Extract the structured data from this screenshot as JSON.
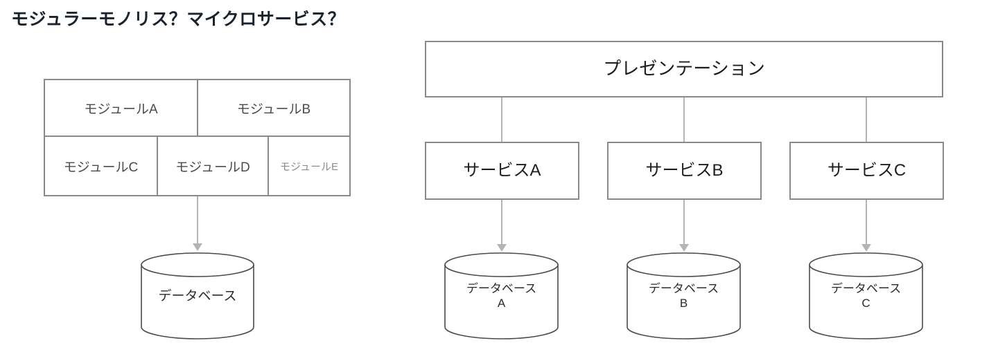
{
  "title": "モジュラーモノリス？マイクロサービス？",
  "left_diagram": {
    "name": "modular-monolith",
    "monolith": {
      "modules": [
        {
          "label": "モジュールA"
        },
        {
          "label": "モジュールB"
        },
        {
          "label": "モジュールC"
        },
        {
          "label": "モジュールD"
        },
        {
          "label": "モジュールE"
        }
      ]
    },
    "database": {
      "label": "データベース"
    }
  },
  "right_diagram": {
    "name": "microservices",
    "presentation": {
      "label": "プレゼンテーション"
    },
    "services": [
      {
        "label": "サービスA"
      },
      {
        "label": "サービスB"
      },
      {
        "label": "サービスC"
      }
    ],
    "databases": [
      {
        "label": "データベース\nA"
      },
      {
        "label": "データベース\nB"
      },
      {
        "label": "データベース\nC"
      }
    ]
  },
  "colors": {
    "box_border": "#8a8a8a",
    "connector": "#b4b4b4",
    "title_text": "#17232e",
    "body_text": "#3a3a3a",
    "background": "#ffffff"
  }
}
